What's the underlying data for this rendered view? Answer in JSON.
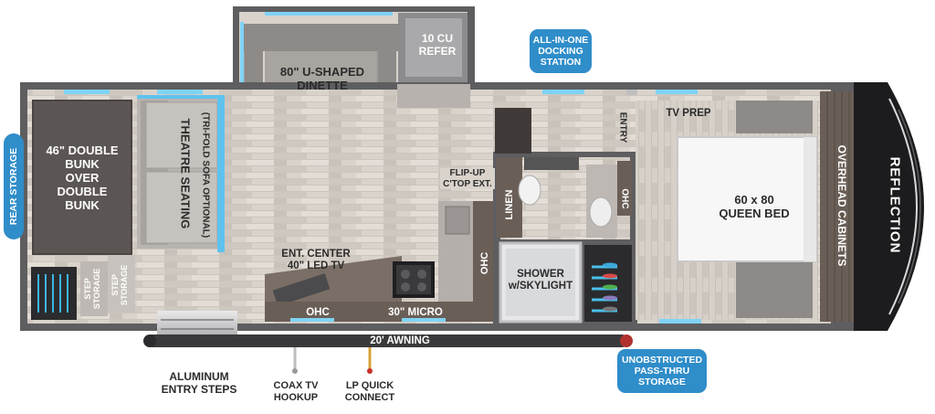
{
  "brand": {
    "name": "REFLECTION"
  },
  "labels": {
    "refer": "10 CU\nREFER",
    "dinette": "80\" U-SHAPED\nDINETTE",
    "bunk": "46\" DOUBLE\nBUNK\nOVER\nDOUBLE\nBUNK",
    "theatre": "THEATRE SEATING",
    "trifold": "(TRI-FOLD SOFA OPTIONAL)",
    "ent_center": "ENT. CENTER\n40\" LED TV",
    "flip_up": "FLIP-UP\nC'TOP EXT.",
    "linen": "LINEN",
    "ohc_vertical": "OHC",
    "ohc_bath": "OHC",
    "ohc_bottom": "OHC",
    "micro": "30\" MICRO",
    "shower": "SHOWER\nw/SKYLIGHT",
    "entry": "ENTRY",
    "tv_prep": "TV PREP",
    "queen_bed": "60 x 80\nQUEEN BED",
    "overhead_cabinets": "OVERHEAD CABINETS",
    "step_storage_1": "STEP\nSTORAGE",
    "step_storage_2": "STEP\nSTORAGE",
    "awning": "20' AWNING",
    "aluminum_steps": "ALUMINUM\nENTRY STEPS",
    "coax": "COAX TV\nHOOKUP",
    "lp": "LP QUICK\nCONNECT"
  },
  "badges": {
    "docking": "ALL-IN-ONE\nDOCKING\nSTATION",
    "rear_storage": "REAR STORAGE",
    "pass_thru": "UNOBSTRUCTED\nPASS-THRU\nSTORAGE"
  },
  "colors": {
    "wall": "#5e5e60",
    "floor": "#d9d3cc",
    "accent_blue": "#2f8dc9",
    "glow": "#7fd3f5",
    "cabinet": "#6a5f57",
    "front_cap": "#1c1c1e"
  }
}
